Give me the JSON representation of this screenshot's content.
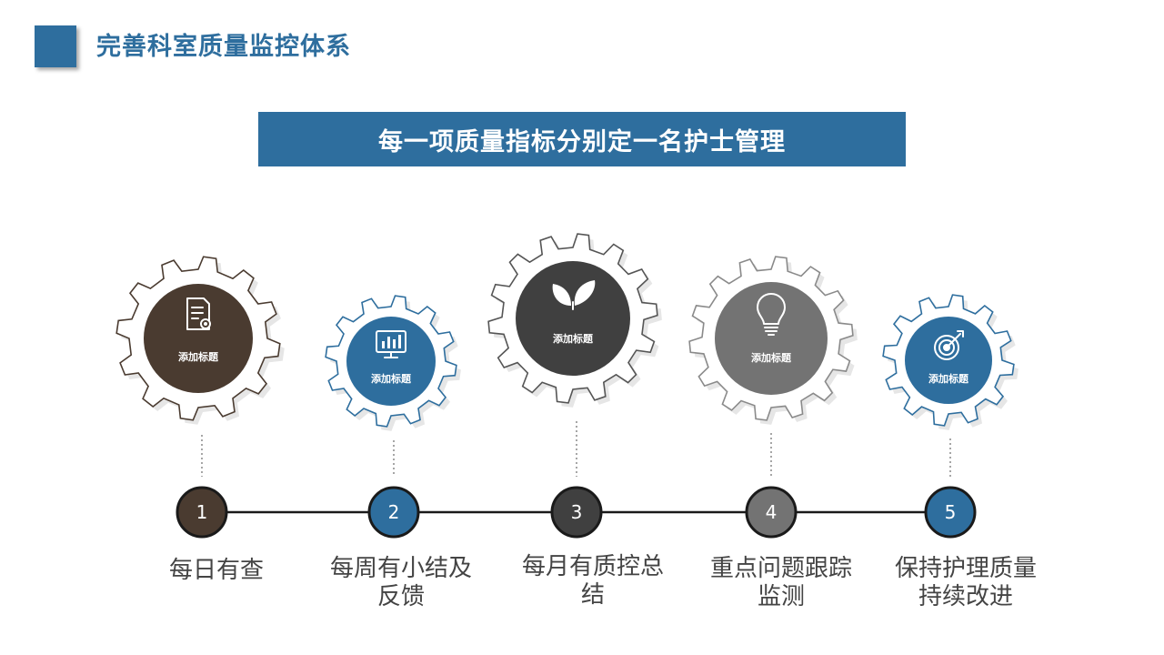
{
  "header": {
    "title": "完善科室质量监控体系"
  },
  "banner": {
    "text": "每一项质量指标分别定一名护士管理"
  },
  "steps": [
    {
      "number": "1",
      "hub_label": "添加标题",
      "label_lines": [
        "每日有查"
      ],
      "icon": "document-certificate-icon",
      "color": "#4a3b30"
    },
    {
      "number": "2",
      "hub_label": "添加标题",
      "label_lines": [
        "每周有小结及",
        "反馈"
      ],
      "icon": "monitor-bar-chart-icon",
      "color": "#2e6e9e"
    },
    {
      "number": "3",
      "hub_label": "添加标题",
      "label_lines": [
        "每月有质控总",
        "结"
      ],
      "icon": "leaves-icon",
      "color": "#404040"
    },
    {
      "number": "4",
      "hub_label": "添加标题",
      "label_lines": [
        "重点问题跟踪",
        "监测"
      ],
      "icon": "lightbulb-icon",
      "color": "#737373"
    },
    {
      "number": "5",
      "hub_label": "添加标题",
      "label_lines": [
        "保持护理质量",
        "持续改进"
      ],
      "icon": "target-arrow-icon",
      "color": "#2e6e9e"
    }
  ],
  "colors": {
    "accent": "#2e6e9e",
    "timeline": "#1a1a1a"
  }
}
